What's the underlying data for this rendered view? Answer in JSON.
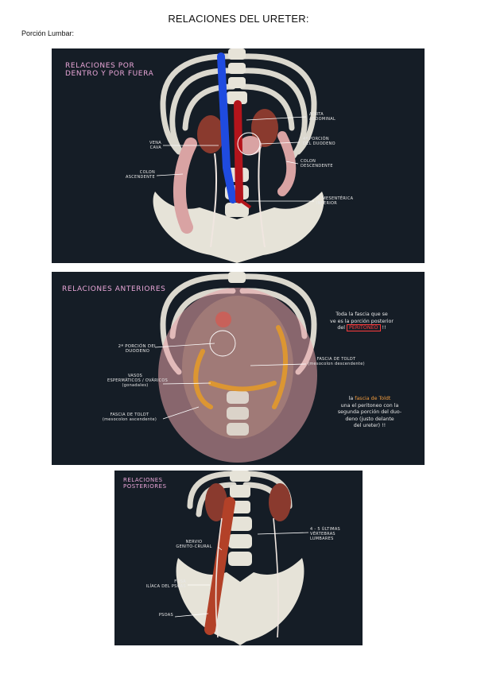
{
  "document": {
    "title": "RELACIONES DEL URETER:",
    "section": "Porción Lumbar:"
  },
  "panel1": {
    "heading": [
      "RELACIONES POR",
      "DENTRO Y POR FUERA"
    ],
    "labels": {
      "aorta": [
        "AORTA",
        "ABDOMINAL"
      ],
      "duodeno": [
        "4ª PORCIÓN",
        "DEL DUODENO"
      ],
      "colon_desc": [
        "COLON",
        "DESCENDENTE"
      ],
      "mesenterica": [
        "A. MESENTÉRICA",
        "INFERIOR"
      ],
      "vena_cava": [
        "VENA",
        "CAVA"
      ],
      "colon_asc": [
        "COLON",
        "ASCENDENTE"
      ]
    }
  },
  "panel2": {
    "heading": "RELACIONES ANTERIORES",
    "labels": {
      "duodeno2": [
        "2ª PORCIÓN DEL",
        "DUODENO"
      ],
      "vasos": [
        "VASOS",
        "ESPERMÁTICOS / OVÁRICOS",
        "(gonadales)"
      ],
      "fascia_izq": [
        "FASCIA DE TOLDT",
        "(mesocolon ascendente)"
      ],
      "fascia_der": [
        "FASCIA DE TOLDT",
        "(mesocolon descendente)"
      ]
    },
    "note1": {
      "line1": "Toda la fascia que se",
      "line2": "ve es la porción posterior",
      "line3_pre": "del",
      "line3_highlight": "PERITONEO",
      "line3_post": "!!"
    },
    "note2": {
      "line1_pre": "la",
      "line1_highlight": "fascia de Toldt",
      "line2": "una el peritoneo con la",
      "line3": "segunda porción del duo-",
      "line4": "deno (justo delante",
      "line5": "del ureter) !!"
    }
  },
  "panel3": {
    "heading": [
      "RELACIONES",
      "POSTERIORES"
    ],
    "labels": {
      "vertebras": [
        "4 - 5 ÚLTIMAS",
        "VÉRTEBRAS",
        "LUMBARES"
      ],
      "nervio": [
        "NERVIO",
        "GENITO-CRURAL"
      ],
      "fosa": [
        "FOSA",
        "ILÍACA DEL PSOAS"
      ],
      "psoas": "PSOAS"
    }
  },
  "colors": {
    "panel_bg": "#151d26",
    "aorta": "#b3141b",
    "vena_cava": "#1f4be0",
    "bone": "#e6e3d8",
    "kidney": "#8a3a2e",
    "colon": "#d9a3a3",
    "fascia": "#e39a2b",
    "psoas": "#b34128",
    "heading_pink": "#e9a6d8",
    "highlight_red": "#ff3c3c",
    "highlight_orange": "#f09a3c"
  }
}
